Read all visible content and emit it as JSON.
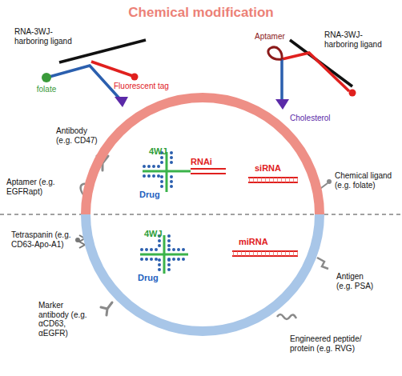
{
  "diagram": {
    "title": "Chemical modification",
    "nodes": [
      {
        "text": [
          "4WJ",
          "RNAi",
          "Drug",
          "siRNA",
          "4WJ",
          "Drug",
          "miRNA"
        ]
      }
    ],
    "labels": [
      "RNA-3WJ-harboring ligand",
      "folate",
      "Fluorescent tag",
      "RNA-3WJ-harboring ligand",
      "Aptamer",
      "Cholesterol",
      "Antibody (e.g. CD47)",
      "Aptamer (e.g. EGFRapt)",
      "Chemical ligand (e.g. folate)",
      "Tetraspanin (e.g. CD63-Apo-A1)",
      "Antigen (e.g. PSA)",
      "Marker antibody (e.g. αCD63, αEGFR)",
      "Engineered peptide/ protein (e.g. RVG)"
    ]
  }
}
